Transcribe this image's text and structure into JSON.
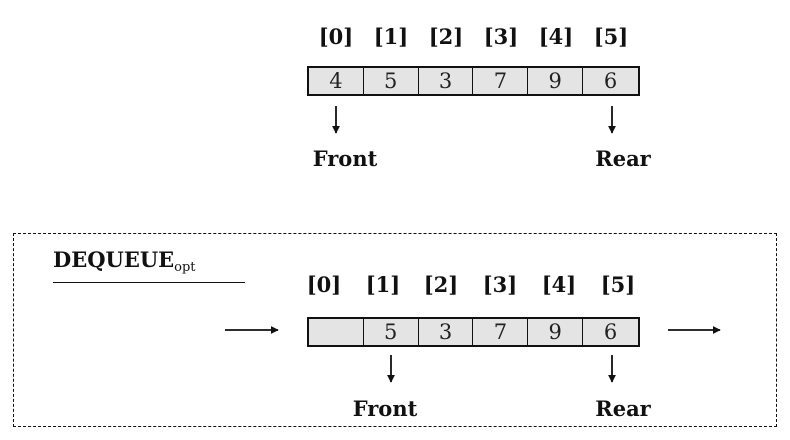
{
  "top_queue": {
    "indices": [
      "[0]",
      "[1]",
      "[2]",
      "[3]",
      "[4]",
      "[5]"
    ],
    "cells": [
      "4",
      "5",
      "3",
      "7",
      "9",
      "6"
    ],
    "front_label": "Front",
    "rear_label": "Rear"
  },
  "dequeue_panel": {
    "title": "DEQUEUE",
    "title_subscript": "opt",
    "indices": [
      "[0]",
      "[1]",
      "[2]",
      "[3]",
      "[4]",
      "[5]"
    ],
    "cells": [
      "",
      "5",
      "3",
      "7",
      "9",
      "6"
    ],
    "front_label": "Front",
    "rear_label": "Rear"
  }
}
